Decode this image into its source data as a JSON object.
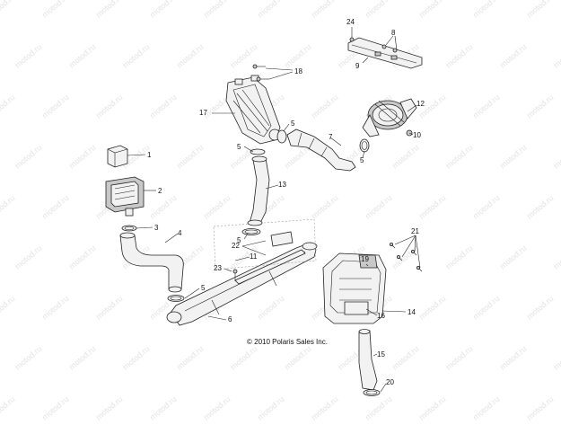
{
  "diagram": {
    "copyright": "© 2010 Polaris Sales Inc.",
    "watermark": "motod.ru",
    "callouts": [
      "1",
      "2",
      "3",
      "4",
      "5",
      "5",
      "5",
      "5",
      "5",
      "6",
      "7",
      "8",
      "9",
      "10",
      "11",
      "12",
      "13",
      "14",
      "15",
      "16",
      "17",
      "18",
      "19",
      "20",
      "21",
      "22",
      "23",
      "24"
    ]
  }
}
